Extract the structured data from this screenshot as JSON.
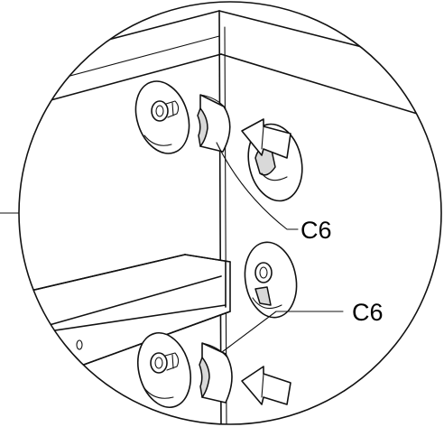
{
  "labels": {
    "callout_upper": "C6",
    "callout_lower": "C6"
  },
  "icons": {
    "arrow_upper": "push-arrow",
    "arrow_lower": "push-arrow"
  },
  "colors": {
    "line": "#111111",
    "background": "#ffffff",
    "shade": "#d9d9d9"
  }
}
